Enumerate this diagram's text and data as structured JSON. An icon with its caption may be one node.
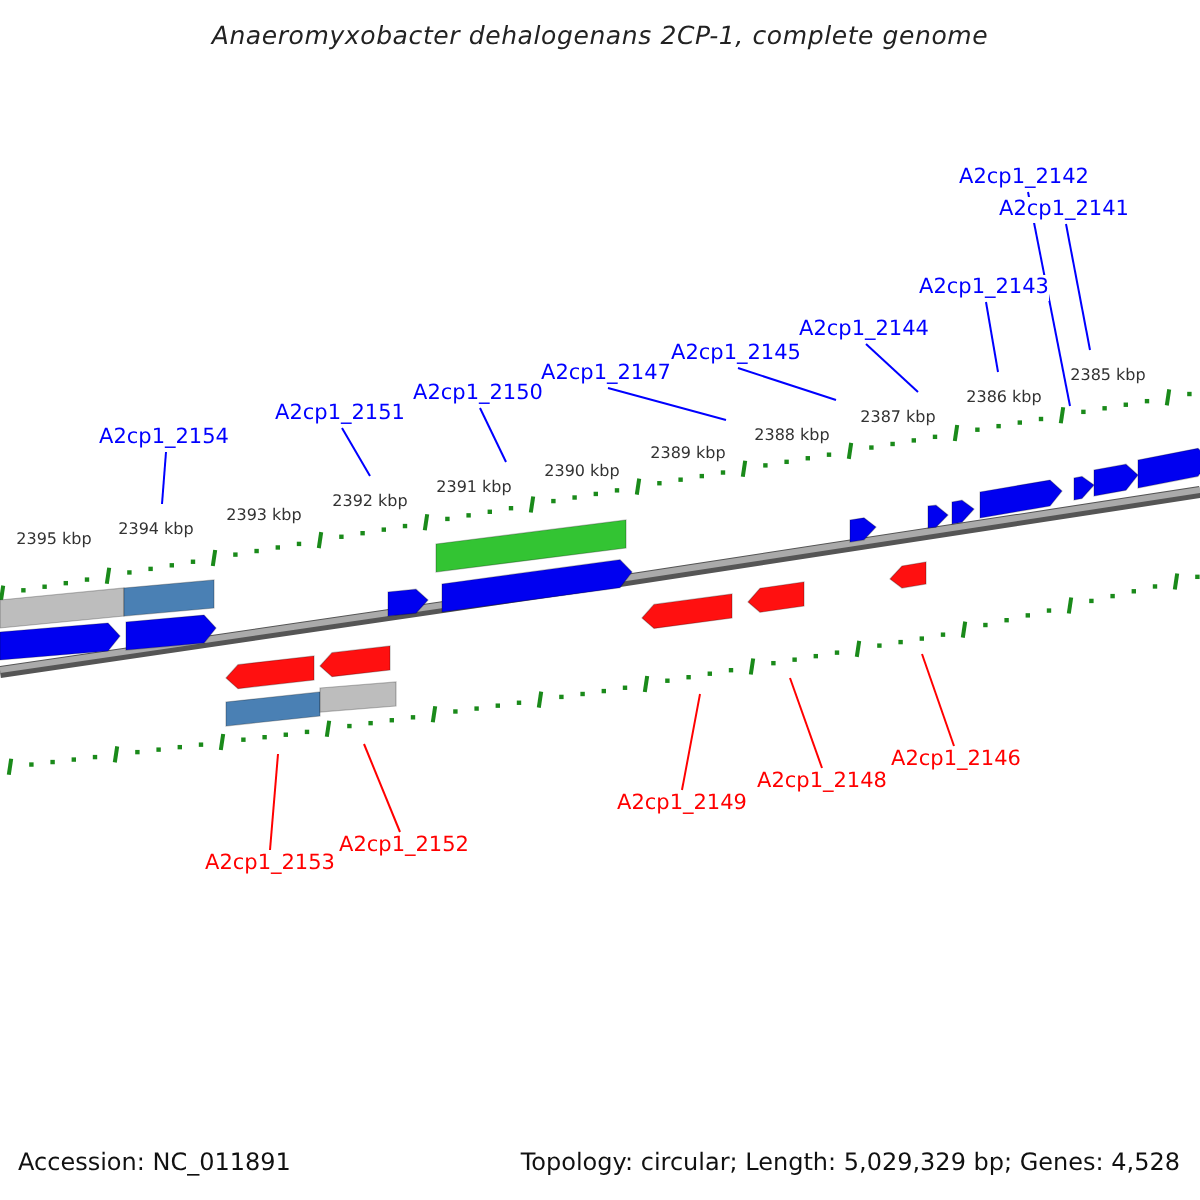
{
  "diagram": {
    "title": "Anaeromyxobacter dehalogenans 2CP-1, complete genome",
    "nodes": [
      {
        "text": [
          "A2cp1_2142"
        ]
      },
      {
        "text": [
          "A2cp1_2141"
        ]
      },
      {
        "text": [
          "A2cp1_2143"
        ]
      },
      {
        "text": [
          "A2cp1_2144"
        ]
      },
      {
        "text": [
          "A2cp1_2145"
        ]
      },
      {
        "text": [
          "A2cp1_2147"
        ]
      },
      {
        "text": [
          "A2cp1_2150"
        ]
      },
      {
        "text": [
          "A2cp1_2151"
        ]
      },
      {
        "text": [
          "A2cp1_2154"
        ]
      },
      {
        "text": [
          "A2cp1_2146"
        ]
      },
      {
        "text": [
          "A2cp1_2148"
        ]
      },
      {
        "text": [
          "A2cp1_2149"
        ]
      },
      {
        "text": [
          "A2cp1_2152"
        ]
      },
      {
        "text": [
          "A2cp1_2153"
        ]
      }
    ],
    "edges": [
      {
        "from": 0,
        "to": null,
        "arrow": "none"
      },
      {
        "from": 1,
        "to": null,
        "arrow": "none"
      },
      {
        "from": 2,
        "to": null,
        "arrow": "none"
      },
      {
        "from": 3,
        "to": null,
        "arrow": "none"
      },
      {
        "from": 4,
        "to": null,
        "arrow": "none"
      },
      {
        "from": 5,
        "to": null,
        "arrow": "none"
      },
      {
        "from": 6,
        "to": null,
        "arrow": "none"
      },
      {
        "from": 7,
        "to": null,
        "arrow": "none"
      },
      {
        "from": 8,
        "to": null,
        "arrow": "none"
      },
      {
        "from": 9,
        "to": null,
        "arrow": "none",
        "color": "#ff0000"
      },
      {
        "from": 10,
        "to": null,
        "arrow": "none",
        "color": "#ff0000"
      },
      {
        "from": 11,
        "to": null,
        "arrow": "none",
        "color": "#ff0000"
      },
      {
        "from": 12,
        "to": null,
        "arrow": "none",
        "color": "#ff0000"
      },
      {
        "from": 13,
        "to": null,
        "arrow": "none",
        "color": "#ff0000"
      }
    ],
    "labels": [
      "2395 kbp",
      "2394 kbp",
      "2393 kbp",
      "2392 kbp",
      "2391 kbp",
      "2390 kbp",
      "2389 kbp",
      "2388 kbp",
      "2387 kbp",
      "2386 kbp",
      "2385 kbp",
      "Accession: NC_011891",
      "Topology: circular; Length: 5,029,329 bp; Genes: 4,528"
    ]
  }
}
